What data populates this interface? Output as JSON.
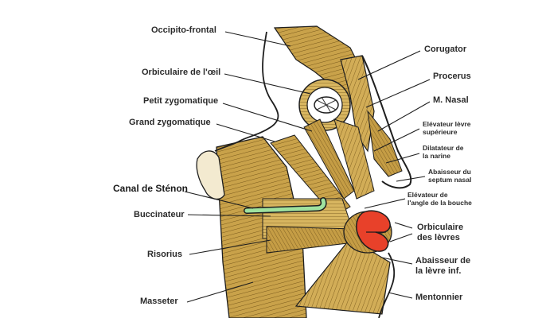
{
  "labels": {
    "occipito_frontal": "Occipito-frontal",
    "orbiculaire_oeil": "Orbiculaire de l'œil",
    "petit_zygomatique": "Petit zygomatique",
    "grand_zygomatique": "Grand zygomatique",
    "canal_stenon": "Canal de Sténon",
    "buccinateur": "Buccinateur",
    "risorius": "Risorius",
    "masseter": "Masseter",
    "corugator": "Corugator",
    "procerus": "Procerus",
    "m_nasal": "M. Nasal",
    "elevateur_levre_sup_1": "Elévateur lèvre",
    "elevateur_levre_sup_2": "supérieure",
    "dilatateur_narine_1": "Dilatateur de",
    "dilatateur_narine_2": "la narine",
    "abaisseur_septum_1": "Abaisseur du",
    "abaisseur_septum_2": "septum nasal",
    "elevateur_angle_1": "Elévateur de",
    "elevateur_angle_2": "l'angle de la bouche",
    "orbiculaire_levres_1": "Orbiculaire",
    "orbiculaire_levres_2": "des lèvres",
    "abaisseur_levre_inf_1": "Abaisseur de",
    "abaisseur_levre_inf_2": "la lèvre inf.",
    "mentonnier": "Mentonnier"
  },
  "colors": {
    "muscle_fill": "#c9a24a",
    "muscle_light": "#dcc07a",
    "muscle_dark": "#8a6a22",
    "outline": "#1e1e1e",
    "lips": "#e8412a",
    "duct": "#9fe29f",
    "bone": "#f3ead0"
  }
}
